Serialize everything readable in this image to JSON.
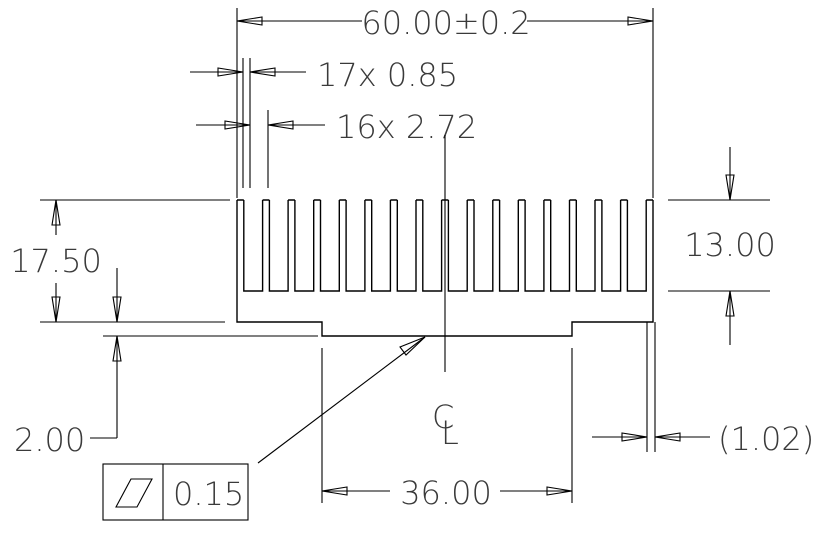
{
  "dimensions": {
    "overall_width": "60.00±0.2",
    "fin_thickness": "17x  0.85",
    "fin_gap": "16x  2.72",
    "total_height": "17.50",
    "fin_height": "13.00",
    "base_thickness": "2.00",
    "step_inset": "(1.02)",
    "bottom_width": "36.00"
  },
  "centerline_label": "CL",
  "tolerance_frame": {
    "symbol_icon": "flatness-parallelogram-icon",
    "value": "0.15"
  },
  "fin_count": 17
}
